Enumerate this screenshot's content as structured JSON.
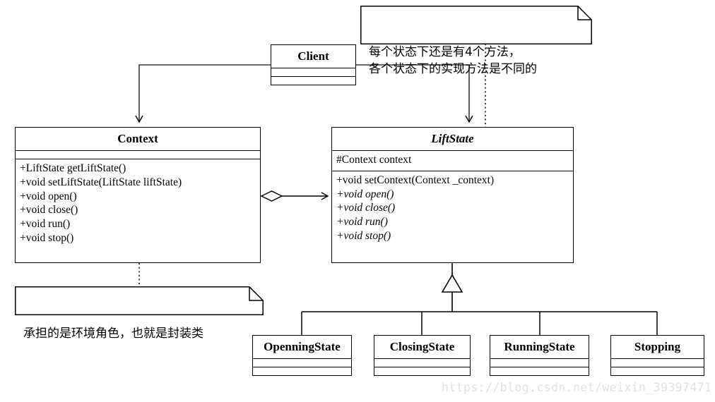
{
  "diagram": {
    "title": "Lift State Pattern UML Class Diagram",
    "watermark": "https://blog.csdn.net/weixin_39397471",
    "colors": {
      "stroke": "#000000",
      "background": "#ffffff",
      "watermark": "#e2e2e2"
    }
  },
  "classes": {
    "client": {
      "name": "Client",
      "stereotype": "",
      "abstract": false,
      "attributes": [],
      "methods": []
    },
    "context": {
      "name": "Context",
      "abstract": false,
      "attributes": [],
      "methods": [
        "+LiftState getLiftState()",
        "+void setLiftState(LiftState liftState)",
        "+void open()",
        "+void close()",
        "+void run()",
        "+void stop()"
      ]
    },
    "liftstate": {
      "name": "LiftState",
      "abstract": true,
      "attributes": [
        "#Context context"
      ],
      "methods": [
        "+void setContext(Context _context)",
        "+void open()",
        "+void close()",
        "+void run()",
        "+void stop()"
      ],
      "abstract_methods": [
        "+void open()",
        "+void close()",
        "+void run()",
        "+void stop()"
      ]
    },
    "openningstate": {
      "name": "OpenningState",
      "abstract": false,
      "attributes": [],
      "methods": []
    },
    "closingstate": {
      "name": "ClosingState",
      "abstract": false,
      "attributes": [],
      "methods": []
    },
    "runningstate": {
      "name": "RunningState",
      "abstract": false,
      "attributes": [],
      "methods": []
    },
    "stopping": {
      "name": "Stopping",
      "abstract": false,
      "attributes": [],
      "methods": []
    }
  },
  "notes": {
    "top_note": {
      "text": "每个状态下还是有4个方法，\n各个状态下的实现方法是不同的",
      "attached_to": "LiftState"
    },
    "bottom_note": {
      "text": "承担的是环境角色，也就是封装类",
      "attached_to": "Context"
    }
  },
  "relations": [
    {
      "from": "Client",
      "to": "Context",
      "type": "association"
    },
    {
      "from": "Client",
      "to": "LiftState",
      "type": "association"
    },
    {
      "from": "Context",
      "to": "LiftState",
      "type": "aggregation"
    },
    {
      "from": "OpenningState",
      "to": "LiftState",
      "type": "generalization"
    },
    {
      "from": "ClosingState",
      "to": "LiftState",
      "type": "generalization"
    },
    {
      "from": "RunningState",
      "to": "LiftState",
      "type": "generalization"
    },
    {
      "from": "Stopping",
      "to": "LiftState",
      "type": "generalization"
    }
  ]
}
